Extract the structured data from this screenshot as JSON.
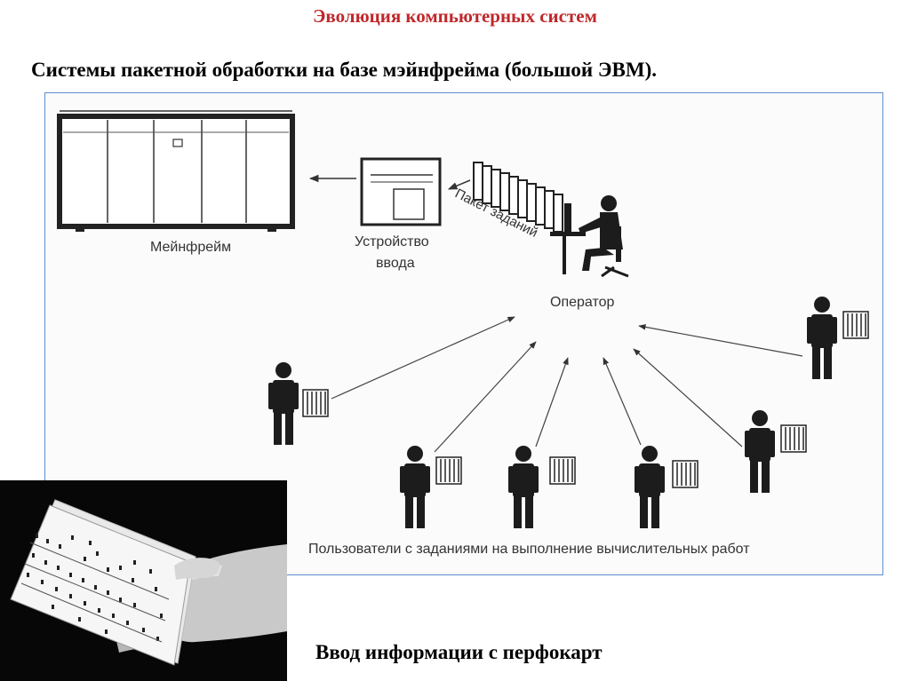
{
  "slide": {
    "title": "Эволюция компьютерных систем",
    "subtitle": "Системы пакетной обработки на базе мэйнфрейма (большой ЭВМ).",
    "caption": "Ввод информации с перфокарт"
  },
  "diagram": {
    "mainframe_label": "Мейнфрейм",
    "input_device_label_line1": "Устройство",
    "input_device_label_line2": "ввода",
    "job_batch_label": "Пакет заданий",
    "operator_label": "Оператор",
    "users_label": "Пользователи с заданиями на выполнение вычислительных работ"
  },
  "colors": {
    "title": "#c0282b",
    "frame_border": "#5c8fcf",
    "ink": "#1a1a1a"
  }
}
